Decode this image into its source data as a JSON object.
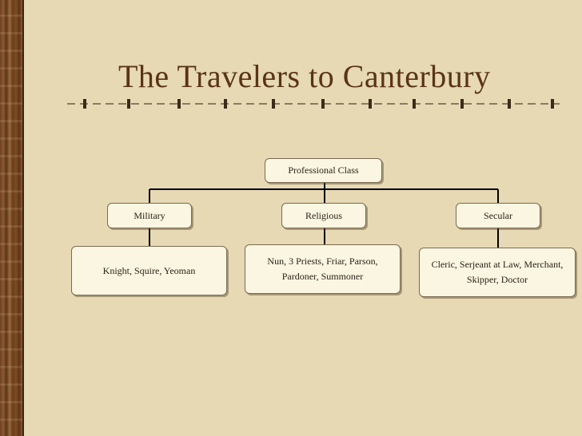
{
  "slide": {
    "title": "The Travelers to Canterbury"
  },
  "org_chart": {
    "root": "Professional Class",
    "branches": [
      {
        "label": "Military",
        "members": "Knight, Squire, Yeoman"
      },
      {
        "label": "Religious",
        "members": "Nun, 3 Priests, Friar, Parson, Pardoner, Summoner"
      },
      {
        "label": "Secular",
        "members": "Cleric, Serjeant at Law, Merchant, Skipper,  Doctor"
      }
    ]
  },
  "colors": {
    "background": "#e6d9b4",
    "title": "#5a3318",
    "box_fill": "#fbf6e2",
    "box_border": "#7a6a52",
    "connector": "#000000"
  }
}
